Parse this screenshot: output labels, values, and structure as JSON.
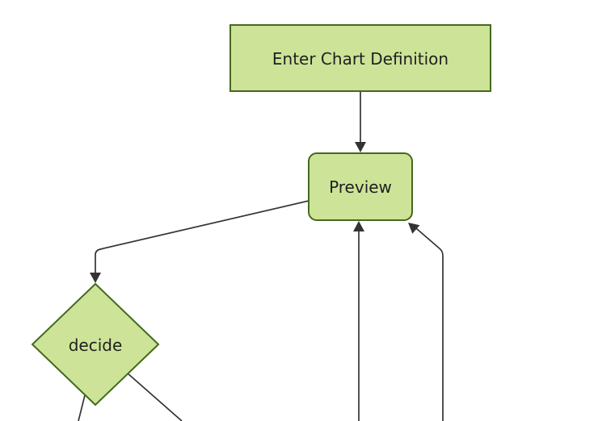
{
  "diagram": {
    "type": "flowchart",
    "direction": "top-down",
    "background": "#ffffff",
    "colors": {
      "node_fill": "#cde498",
      "node_border": "#44691d",
      "edge_color": "#333333",
      "text_color": "#1f1f1f"
    },
    "nodes": [
      {
        "id": "enter-chart-definition",
        "label": "Enter Chart Definition",
        "shape": "rectangle"
      },
      {
        "id": "preview",
        "label": "Preview",
        "shape": "rounded-rectangle"
      },
      {
        "id": "decide",
        "label": "decide",
        "shape": "diamond"
      }
    ],
    "edges": [
      {
        "from": "Enter Chart Definition",
        "to": "Preview",
        "arrowhead": true
      },
      {
        "from": "Preview",
        "to": "decide",
        "arrowhead": true
      },
      {
        "from": "offscreen bottom",
        "to": "Preview",
        "arrowhead": true
      },
      {
        "from": "offscreen bottom right",
        "to": "Preview",
        "arrowhead": true
      },
      {
        "from": "decide",
        "to": "offscreen bottom left",
        "arrowhead": false
      },
      {
        "from": "decide",
        "to": "offscreen bottom right",
        "arrowhead": false
      }
    ]
  }
}
